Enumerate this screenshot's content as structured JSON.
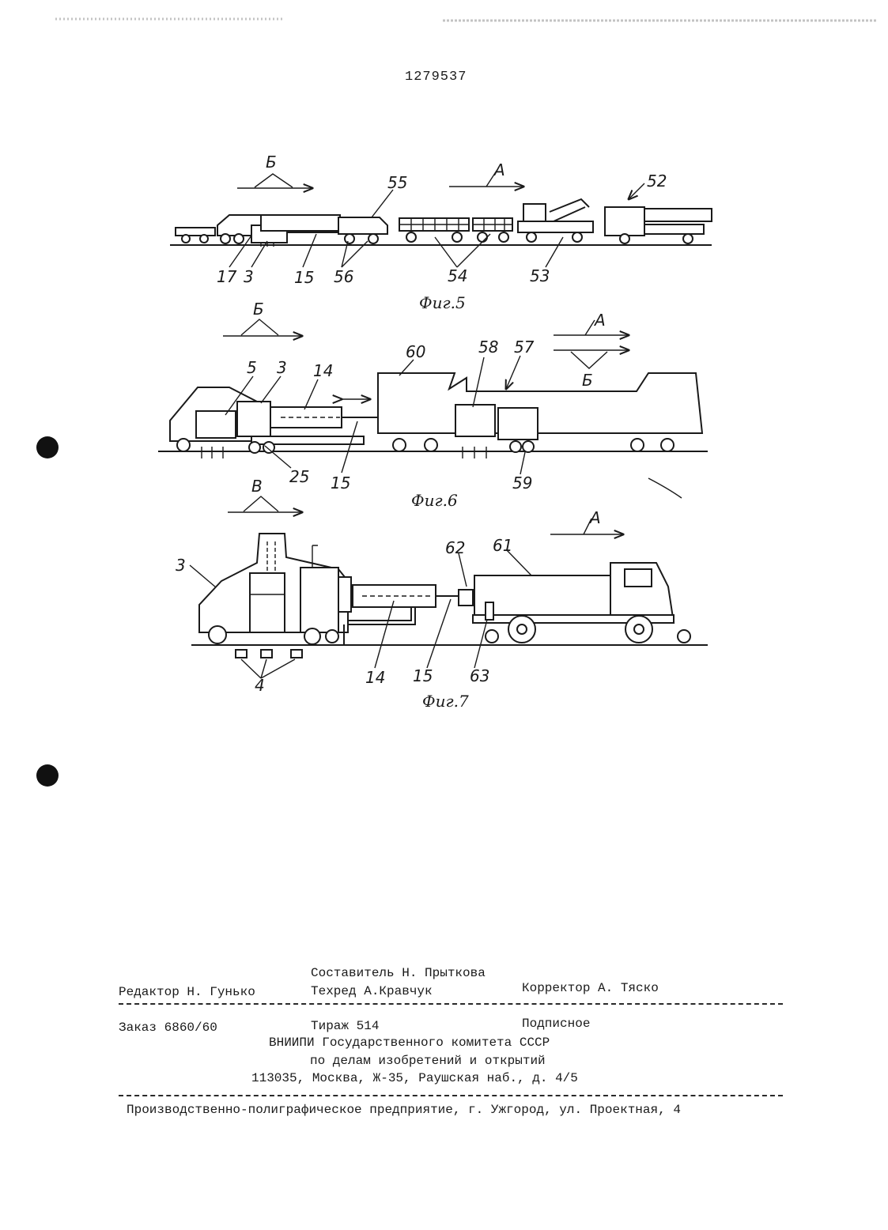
{
  "header": {
    "patent_number": "1279537"
  },
  "fig5": {
    "caption": "Фиг.5",
    "arrow_left_label": "Б",
    "arrow_right_label": "А",
    "labels": [
      "55",
      "52",
      "17",
      "3",
      "15",
      "56",
      "54",
      "53"
    ]
  },
  "fig6": {
    "caption": "Фиг.6",
    "arrow_left_label": "Б",
    "arrow_right_top_label": "А",
    "arrow_right_bottom_label": "Б",
    "labels": [
      "5",
      "3",
      "14",
      "60",
      "58",
      "57",
      "25",
      "15",
      "59"
    ]
  },
  "fig7": {
    "caption": "Фиг.7",
    "arrow_left_label": "В",
    "arrow_right_label": "А",
    "labels": [
      "3",
      "62",
      "61",
      "14",
      "15",
      "63",
      "4"
    ]
  },
  "colophon": {
    "composer": "Составитель Н. Прыткова",
    "editor": "Редактор Н. Гунько",
    "techred": "Техред А.Кравчук",
    "corrector": "Корректор А. Тяско",
    "order": "Заказ 6860/60",
    "circulation": "Тираж 514",
    "subscription": "Подписное",
    "org_line1": "ВНИИПИ Государственного комитета СССР",
    "org_line2": "по делам изобретений и открытий",
    "org_line3": "113035, Москва, Ж-35, Раушская наб., д. 4/5",
    "printer": "Производственно-полиграфическое предприятие, г. Ужгород, ул. Проектная, 4"
  }
}
